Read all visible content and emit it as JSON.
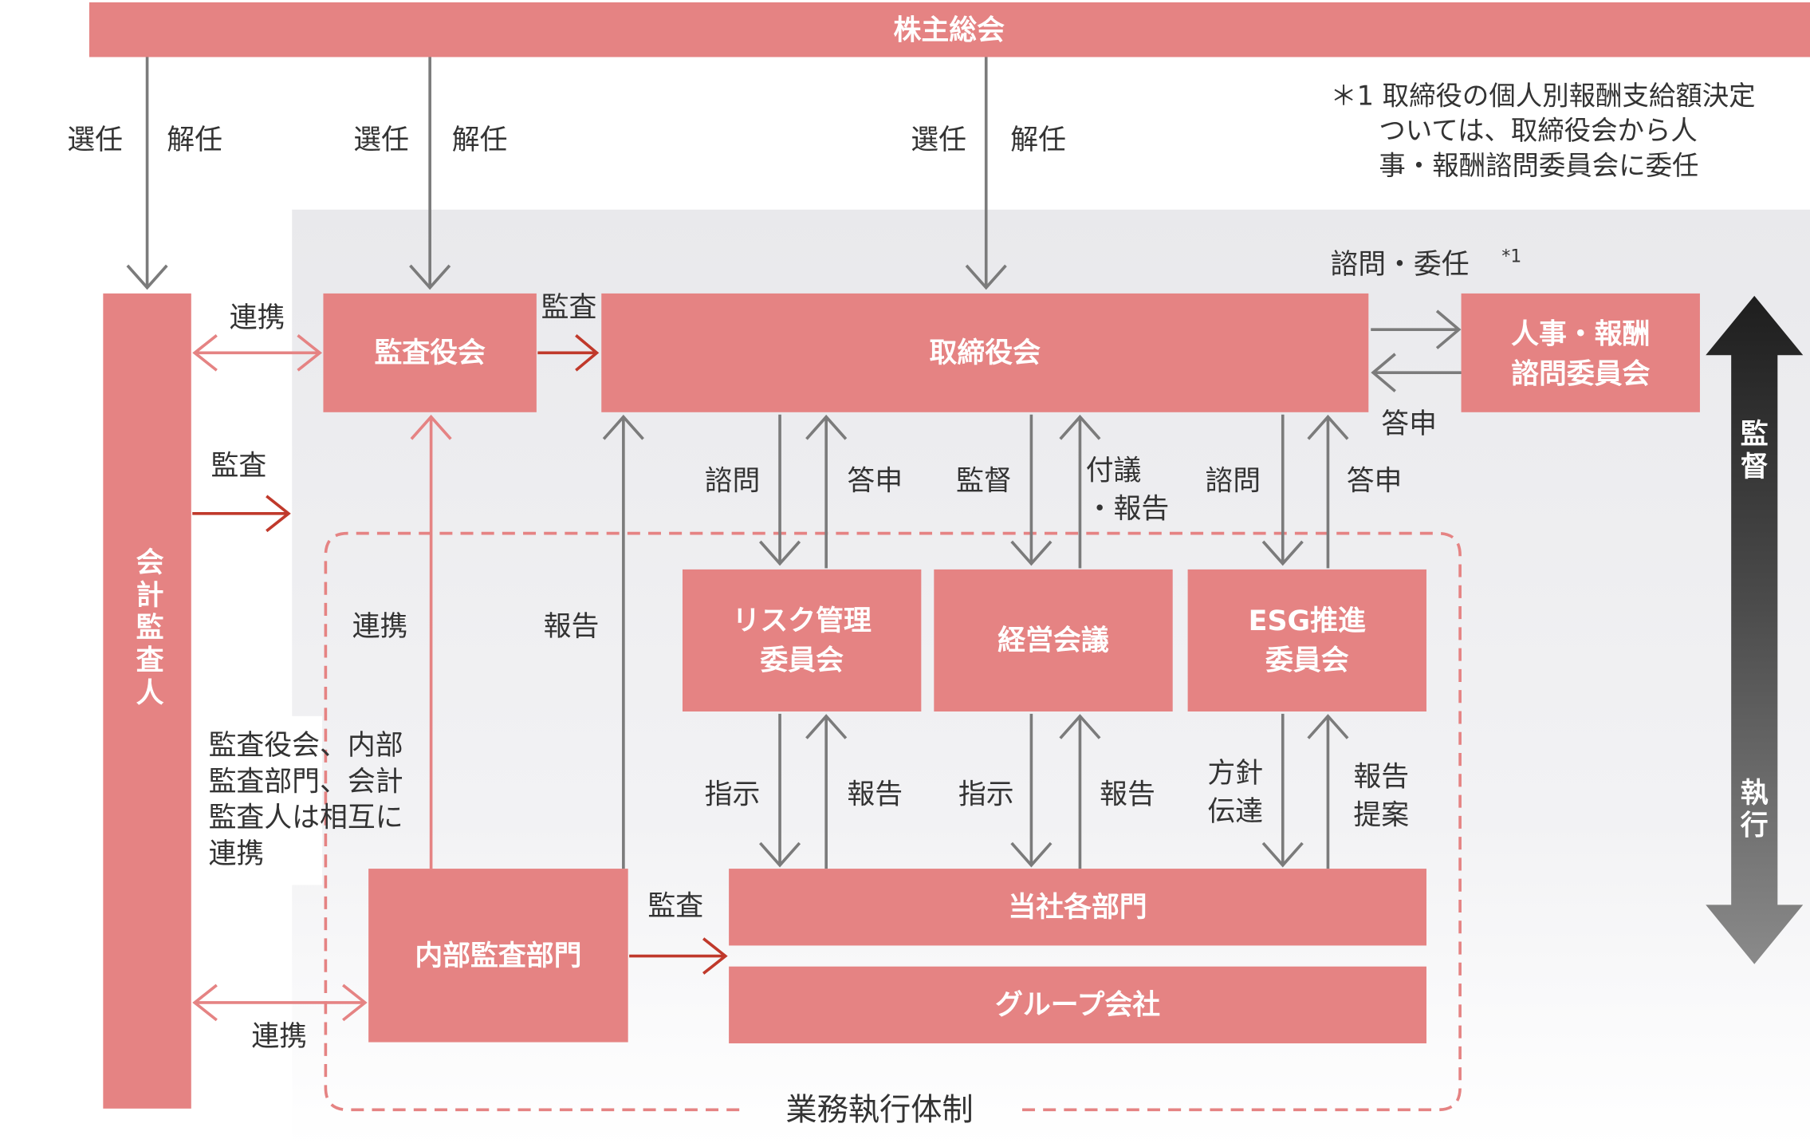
{
  "colors": {
    "box": "#e58383",
    "box_text": "#ffffff",
    "gray_arrow": "#7b7b7b",
    "red_arrow": "#c0392b",
    "supervision_bar": "#2a2a2a",
    "zone_bg": "#ececee"
  },
  "boxes": {
    "shareholders": "株主総会",
    "auditors": "会計監査人",
    "audit_board": "監査役会",
    "board": "取締役会",
    "nomination_line1": "人事・報酬",
    "nomination_line2": "諮問委員会",
    "risk_line1": "リスク管理",
    "risk_line2": "委員会",
    "management": "経営会議",
    "esg_line1": "ESG推進",
    "esg_line2": "委員会",
    "departments": "当社各部門",
    "group": "グループ会社",
    "internal_audit": "内部監査部門"
  },
  "labels": {
    "select1": "選任",
    "dismiss1": "解任",
    "select2": "選任",
    "dismiss2": "解任",
    "select3": "選任",
    "dismiss3": "解任",
    "coop_top": "連携",
    "audit_to_audit_board": "監査",
    "audit_left": "監査",
    "consult_delegate": "諮問・委任",
    "consult_delegate_sup": "*1",
    "reply_nom": "答申",
    "consult_risk": "諮問",
    "reply_risk": "答申",
    "supervise": "監督",
    "proposal_line1": "付議",
    "proposal_line2": "・報告",
    "consult_esg": "諮問",
    "reply_esg": "答申",
    "coop_mid": "連携",
    "report_internal": "報告",
    "mutual_line1": "監査役会、内部",
    "mutual_line2": "監査部門、会計",
    "mutual_line3": "監査人は相互に",
    "mutual_line4": "連携",
    "instruct1": "指示",
    "report1": "報告",
    "instruct2": "指示",
    "report2": "報告",
    "policy_line1": "方針",
    "policy_line2": "伝達",
    "report3_line1": "報告",
    "report3_line2": "提案",
    "audit_internal": "監査",
    "coop_bottom": "連携",
    "execution_system": "業務執行体制"
  },
  "note": {
    "line1": "＊1 取締役の個人別報酬支給額決定",
    "line2": "ついては、取締役会から人",
    "line3": "事・報酬諮問委員会に委任"
  },
  "side_bar": {
    "top_line1": "監",
    "top_line2": "督",
    "bottom_line1": "執",
    "bottom_line2": "行"
  }
}
